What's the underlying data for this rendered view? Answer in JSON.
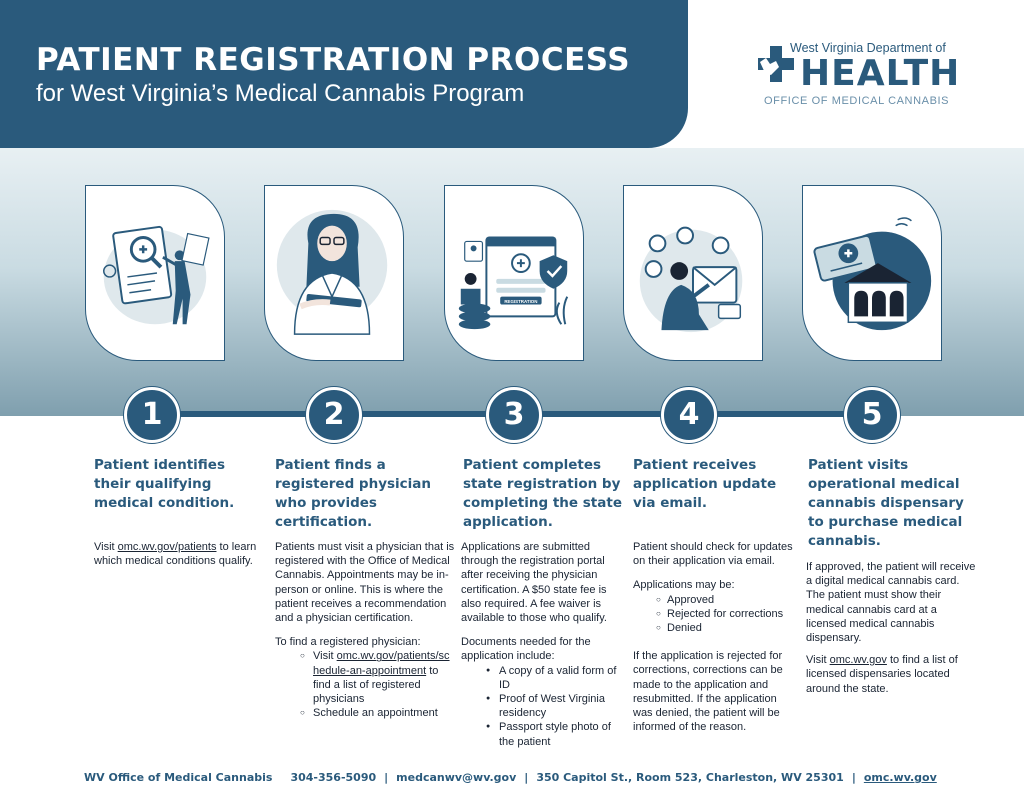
{
  "header": {
    "title": "PATIENT REGISTRATION PROCESS",
    "subtitle": "for West Virginia’s Medical Cannabis Program"
  },
  "logo": {
    "top_text": "West Virginia Department of",
    "main_text": "HEALTH",
    "sub_text": "OFFICE OF MEDICAL CANNABIS",
    "icon": "cross-state-icon"
  },
  "colors": {
    "primary": "#2a5a7c",
    "accent_light": "#c9dbe2",
    "text": "#1a2433"
  },
  "steps": [
    {
      "number": "1",
      "heading": "Patient identifies their qualifying medical condition.",
      "illustration": "document-magnifier-icon",
      "body": {
        "pre": "Visit ",
        "link": "omc.wv.gov/patients",
        "post": " to learn which medical conditions qualify."
      }
    },
    {
      "number": "2",
      "heading": "Patient finds a registered physician who provides certification.",
      "illustration": "physician-icon",
      "body": {
        "para": "Patients must visit a physician that is registered with the Office of Medical Cannabis. Appointments may be in-person or online. This is where the patient receives a recommendation and a physician certification.",
        "list_intro": "To find a registered physician:",
        "bullet1_pre": "Visit ",
        "bullet1_link": "omc.wv.gov/patients/schedule-an-appointment",
        "bullet1_post": " to find a list of registered physicians",
        "bullet2": "Schedule an appointment"
      }
    },
    {
      "number": "3",
      "heading": "Patient completes state registration by completing the state application.",
      "illustration": "registration-portal-icon",
      "illustration_label": "REGISTRATION",
      "body": {
        "para": "Applications are submitted through the registration portal after receiving the physician certification. A $50 state fee is also required. A fee waiver is available to those who qualify.",
        "list_intro": "Documents needed for the application include:",
        "bullets": [
          "A copy of a valid form of ID",
          "Proof of West Virginia residency",
          "Passport style photo of the patient"
        ]
      }
    },
    {
      "number": "4",
      "heading": "Patient receives application update via email.",
      "illustration": "email-update-icon",
      "body": {
        "para": "Patient should check for updates on their application via email.",
        "list_intro": "Applications may be:",
        "bullets": [
          "Approved",
          "Rejected for corrections",
          "Denied"
        ],
        "para2": "If the application is rejected for corrections, corrections can be made to the application and resubmitted. If the application was denied, the patient will be informed of the reason."
      }
    },
    {
      "number": "5",
      "heading": "Patient visits operational medical cannabis dispensary to purchase medical cannabis.",
      "illustration": "dispensary-card-icon",
      "body": {
        "para": "If approved, the patient will receive a digital medical cannabis card. The patient must show their medical cannabis card at a licensed medical cannabis dispensary.",
        "pre": "Visit ",
        "link": "omc.wv.gov",
        "post": " to find a list of licensed dispensaries located around the state."
      }
    }
  ],
  "footer": {
    "org": "WV Office of Medical Cannabis",
    "phone": "304-356-5090",
    "email": "medcanwv@wv.gov",
    "address": "350 Capitol St., Room 523, Charleston, WV 25301",
    "website": "omc.wv.gov",
    "separator": "|"
  }
}
